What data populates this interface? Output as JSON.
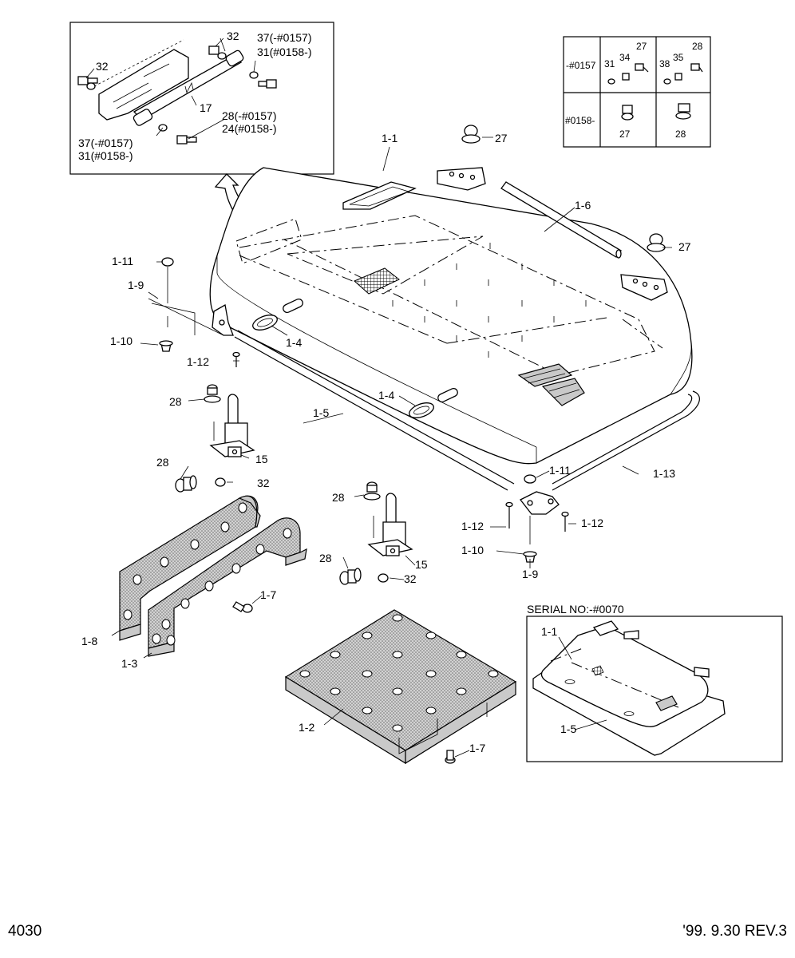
{
  "callouts": {
    "inset_top": {
      "l32a": "32",
      "l32b": "32",
      "l37a": "37(-#0157)",
      "l31a": "31(#0158-)",
      "l17": "17",
      "l28a": "28(-#0157)",
      "l24a": "24(#0158-)",
      "l37b": "37(-#0157)",
      "l31b": "31(#0158-)"
    },
    "serial_table": {
      "row1_label": "-#0157",
      "row2_label": "#0158-",
      "r1c2_a": "31",
      "r1c2_b": "34",
      "r1c2_c": "27",
      "r1c3_a": "38",
      "r1c3_b": "35",
      "r1c3_c": "28",
      "r2c2": "27",
      "r2c3": "28"
    },
    "main": {
      "p1_1": "1-1",
      "p27a": "27",
      "p1_6": "1-6",
      "p27b": "27",
      "p1_11a": "1-11",
      "p1_9a": "1-9",
      "p1_10a": "1-10",
      "p1_4a": "1-4",
      "p1_12a": "1-12",
      "p1_4b": "1-4",
      "p28a": "28",
      "p1_5": "1-5",
      "p15a": "15",
      "p28b": "28",
      "p32a": "32",
      "p1_11b": "1-11",
      "p1_13": "1-13",
      "p28c": "28",
      "p1_12b": "1-12",
      "p1_12c": "1-12",
      "p1_10b": "1-10",
      "p15b": "15",
      "p28d": "28",
      "p32b": "32",
      "p1_9b": "1-9",
      "p1_7a": "1-7",
      "p1_8": "1-8",
      "p1_3": "1-3",
      "p1_2": "1-2",
      "p1_7b": "1-7"
    },
    "inset_serial": {
      "title": "SERIAL NO:-#0070",
      "p1_1": "1-1",
      "p1_5": "1-5"
    }
  },
  "footer": {
    "page_number": "4030",
    "revision": "'99. 9.30 REV.3"
  }
}
